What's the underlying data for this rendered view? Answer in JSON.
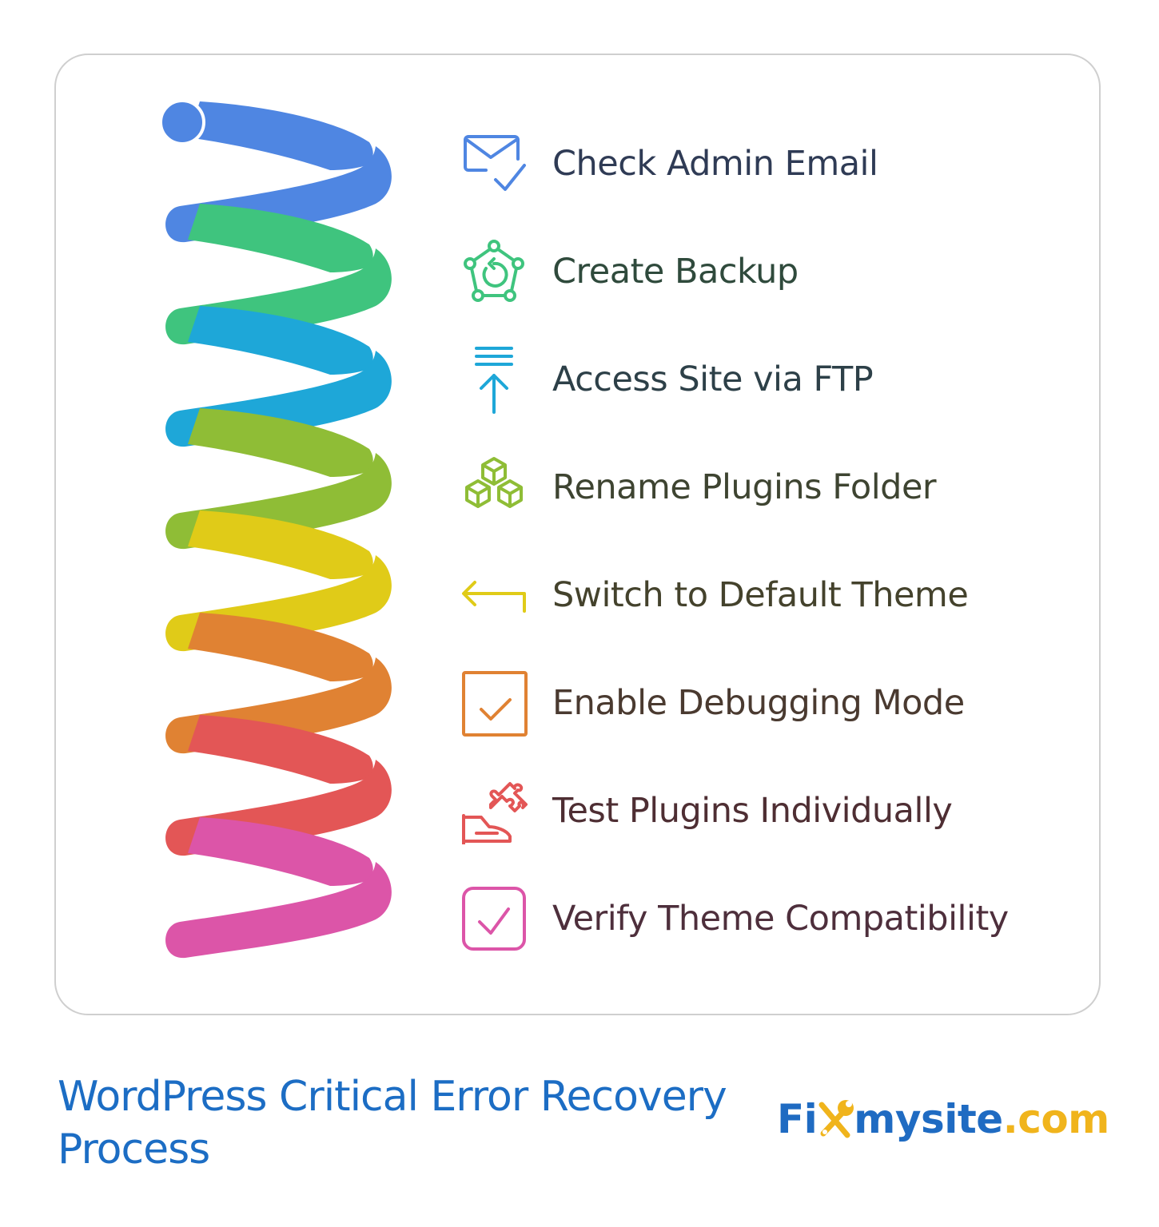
{
  "diagram": {
    "title": "WordPress Critical Error Recovery Process",
    "type": "spiral-process",
    "steps": [
      {
        "label": "Check Admin Email",
        "icon": "email-check-icon",
        "color": "#4f86e2",
        "text_color": "#2f3b55"
      },
      {
        "label": "Create Backup",
        "icon": "backup-network-icon",
        "color": "#3fc47e",
        "text_color": "#2f4a3c"
      },
      {
        "label": "Access Site via FTP",
        "icon": "upload-arrow-icon",
        "color": "#1ea7d8",
        "text_color": "#2d4048"
      },
      {
        "label": "Rename Plugins Folder",
        "icon": "cubes-icon",
        "color": "#8fbd36",
        "text_color": "#3e4431"
      },
      {
        "label": "Switch to Default Theme",
        "icon": "return-arrow-icon",
        "color": "#e0cb18",
        "text_color": "#44422c"
      },
      {
        "label": "Enable Debugging Mode",
        "icon": "checkbox-icon",
        "color": "#e08233",
        "text_color": "#4a3a30"
      },
      {
        "label": "Test Plugins Individually",
        "icon": "hand-puzzle-icon",
        "color": "#e35656",
        "text_color": "#4e2e33"
      },
      {
        "label": "Verify Theme Compatibility",
        "icon": "rounded-checkbox-icon",
        "color": "#dc55a8",
        "text_color": "#4e2f3c"
      }
    ]
  },
  "footer": {
    "title": "WordPress Critical Error Recovery Process",
    "logo": {
      "part1": "Fi",
      "part2": "mysite",
      "part3": ".com",
      "blue": "#1f6bc2",
      "gold": "#f0b41c"
    }
  }
}
